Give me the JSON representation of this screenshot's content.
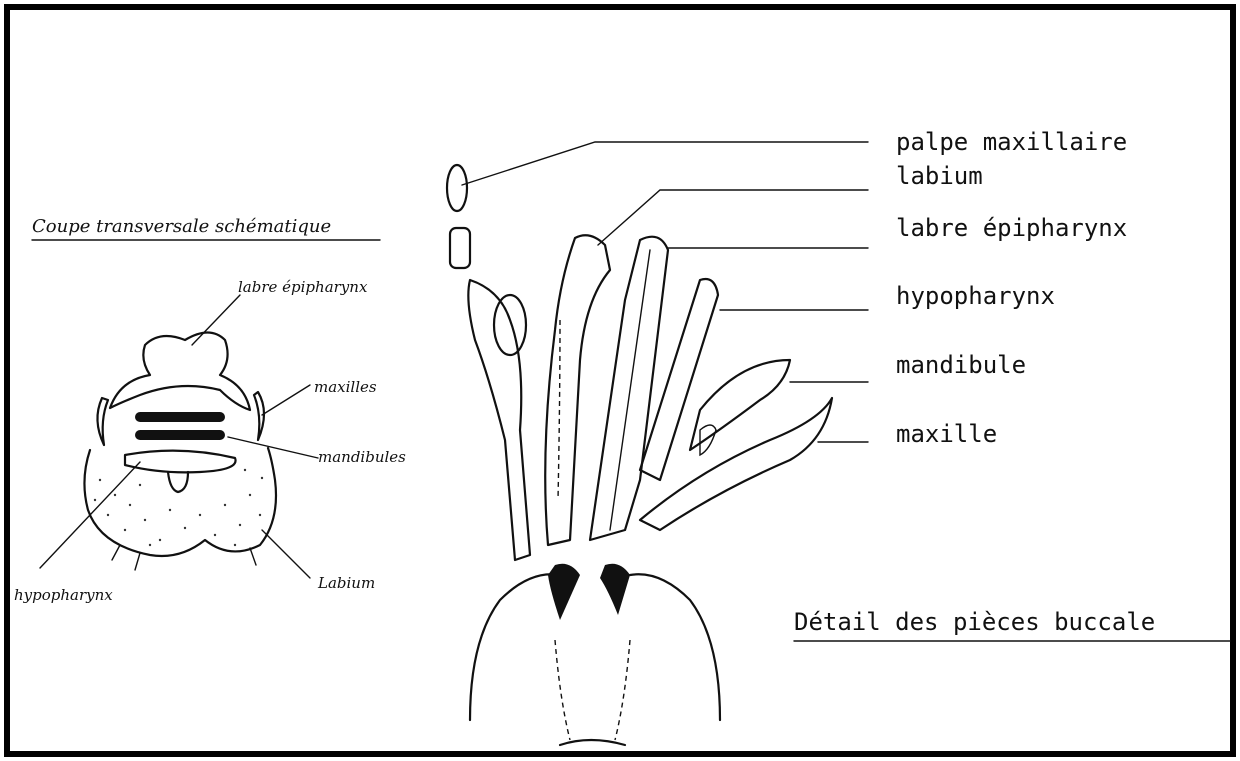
{
  "left_diagram": {
    "title": "Coupe transversale schématique",
    "labels": {
      "labre_epipharynx": "labre épipharynx",
      "maxilles": "maxilles",
      "mandibules": "mandibules",
      "hypopharynx": "hypopharynx",
      "labium": "Labium"
    }
  },
  "right_diagram": {
    "labels": {
      "palpe_maxillaire": "palpe maxillaire",
      "labium": "labium",
      "labre_epipharynx": "labre épipharynx",
      "hypopharynx": "hypopharynx",
      "mandibule": "mandibule",
      "maxille": "maxille"
    },
    "caption": "Détail des pièces buccale"
  }
}
